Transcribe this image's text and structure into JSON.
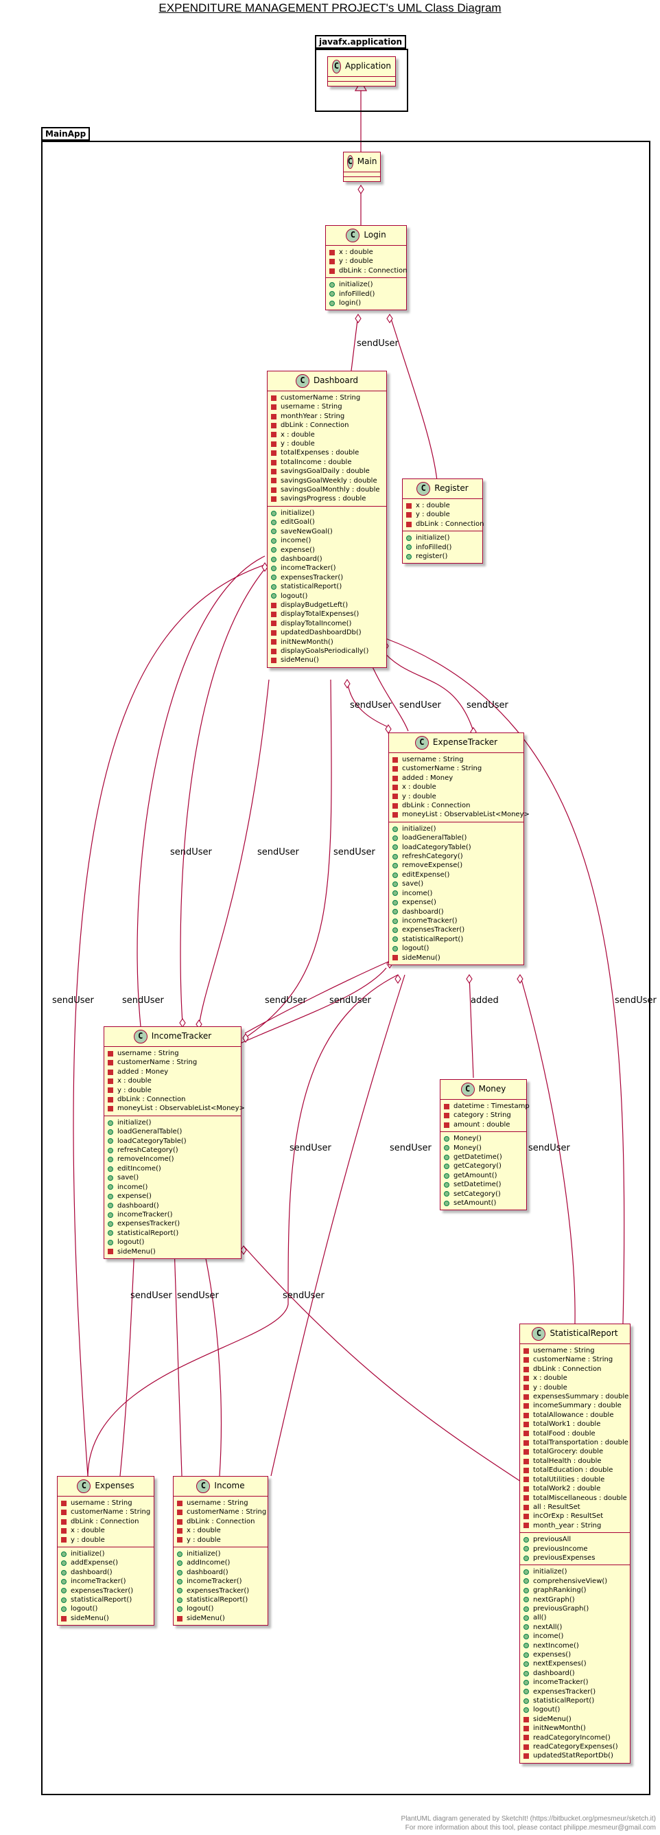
{
  "title": "EXPENDITURE MANAGEMENT PROJECT's UML Class Diagram",
  "packages": {
    "javafx": "javafx.application",
    "main": "MainApp"
  },
  "classes": {
    "Application": {
      "name": "Application",
      "fields": [],
      "methods": []
    },
    "Main": {
      "name": "Main",
      "fields": [],
      "methods": []
    },
    "Login": {
      "name": "Login",
      "fields": [
        [
          "-",
          "x : double"
        ],
        [
          "-",
          "y : double"
        ],
        [
          "-",
          "dbLink : Connection"
        ]
      ],
      "methods": [
        [
          "+",
          "initialize()"
        ],
        [
          "+",
          "infoFilled()"
        ],
        [
          "+",
          "login()"
        ]
      ]
    },
    "Register": {
      "name": "Register",
      "fields": [
        [
          "-",
          "x : double"
        ],
        [
          "-",
          "y : double"
        ],
        [
          "-",
          "dbLink : Connection"
        ]
      ],
      "methods": [
        [
          "+",
          "initialize()"
        ],
        [
          "+",
          "infoFilled()"
        ],
        [
          "+",
          "register()"
        ]
      ]
    },
    "Dashboard": {
      "name": "Dashboard",
      "fields": [
        [
          "-",
          "customerName : String"
        ],
        [
          "-",
          "username : String"
        ],
        [
          "-",
          "monthYear : String"
        ],
        [
          "-",
          "dbLink : Connection"
        ],
        [
          "-",
          "x : double"
        ],
        [
          "-",
          "y : double"
        ],
        [
          "-",
          "totalExpenses : double"
        ],
        [
          "-",
          "totalIncome : double"
        ],
        [
          "-",
          "savingsGoalDaily : double"
        ],
        [
          "-",
          "savingsGoalWeekly : double"
        ],
        [
          "-",
          "savingsGoalMonthly : double"
        ],
        [
          "-",
          "savingsProgress : double"
        ]
      ],
      "methods": [
        [
          "+",
          "initialize()"
        ],
        [
          "+",
          "editGoal()"
        ],
        [
          "+",
          "saveNewGoal()"
        ],
        [
          "+",
          "income()"
        ],
        [
          "+",
          "expense()"
        ],
        [
          "+",
          "dashboard()"
        ],
        [
          "+",
          "incomeTracker()"
        ],
        [
          "+",
          "expensesTracker()"
        ],
        [
          "+",
          "statisticalReport()"
        ],
        [
          "+",
          "logout()"
        ],
        [
          "-",
          "displayBudgetLeft()"
        ],
        [
          "-",
          "displayTotalExpenses()"
        ],
        [
          "-",
          "displayTotalIncome()"
        ],
        [
          "-",
          "updatedDashboardDb()"
        ],
        [
          "-",
          "initNewMonth()"
        ],
        [
          "-",
          "displayGoalsPeriodically()"
        ],
        [
          "-",
          "sideMenu()"
        ]
      ]
    },
    "ExpenseTracker": {
      "name": "ExpenseTracker",
      "fields": [
        [
          "-",
          "username : String"
        ],
        [
          "-",
          "customerName : String"
        ],
        [
          "-",
          "added : Money"
        ],
        [
          "-",
          "x : double"
        ],
        [
          "-",
          "y : double"
        ],
        [
          "-",
          "dbLink : Connection"
        ],
        [
          "-",
          "moneyList : ObservableList<Money>"
        ]
      ],
      "methods": [
        [
          "+",
          "initialize()"
        ],
        [
          "+",
          "loadGeneralTable()"
        ],
        [
          "+",
          "loadCategoryTable()"
        ],
        [
          "+",
          "refreshCategory()"
        ],
        [
          "+",
          "removeExpense()"
        ],
        [
          "+",
          "editExpense()"
        ],
        [
          "+",
          "save()"
        ],
        [
          "+",
          "income()"
        ],
        [
          "+",
          "expense()"
        ],
        [
          "+",
          "dashboard()"
        ],
        [
          "+",
          "incomeTracker()"
        ],
        [
          "+",
          "expensesTracker()"
        ],
        [
          "+",
          "statisticalReport()"
        ],
        [
          "+",
          "logout()"
        ],
        [
          "-",
          "sideMenu()"
        ]
      ]
    },
    "IncomeTracker": {
      "name": "IncomeTracker",
      "fields": [
        [
          "-",
          "username : String"
        ],
        [
          "-",
          "customerName : String"
        ],
        [
          "-",
          "added : Money"
        ],
        [
          "-",
          "x : double"
        ],
        [
          "-",
          "y : double"
        ],
        [
          "-",
          "dbLink : Connection"
        ],
        [
          "-",
          "moneyList : ObservableList<Money>"
        ]
      ],
      "methods": [
        [
          "+",
          "initialize()"
        ],
        [
          "+",
          "loadGeneralTable()"
        ],
        [
          "+",
          "loadCategoryTable()"
        ],
        [
          "+",
          "refreshCategory()"
        ],
        [
          "+",
          "removeIncome()"
        ],
        [
          "+",
          "editIncome()"
        ],
        [
          "+",
          "save()"
        ],
        [
          "+",
          "income()"
        ],
        [
          "+",
          "expense()"
        ],
        [
          "+",
          "dashboard()"
        ],
        [
          "+",
          "incomeTracker()"
        ],
        [
          "+",
          "expensesTracker()"
        ],
        [
          "+",
          "statisticalReport()"
        ],
        [
          "+",
          "logout()"
        ],
        [
          "-",
          "sideMenu()"
        ]
      ]
    },
    "Money": {
      "name": "Money",
      "fields": [
        [
          "-",
          "datetime : Timestamp"
        ],
        [
          "-",
          "category : String"
        ],
        [
          "-",
          "amount : double"
        ]
      ],
      "methods": [
        [
          "+",
          "Money()"
        ],
        [
          "+",
          "Money()"
        ],
        [
          "+",
          "getDatetime()"
        ],
        [
          "+",
          "getCategory()"
        ],
        [
          "+",
          "getAmount()"
        ],
        [
          "+",
          "setDatetime()"
        ],
        [
          "+",
          "setCategory()"
        ],
        [
          "+",
          "setAmount()"
        ]
      ]
    },
    "StatisticalReport": {
      "name": "StatisticalReport",
      "fields": [
        [
          "-",
          "username : String"
        ],
        [
          "-",
          "customerName : String"
        ],
        [
          "-",
          "dbLink : Connection"
        ],
        [
          "-",
          "x : double"
        ],
        [
          "-",
          "y : double"
        ],
        [
          "-",
          "expensesSummary : double"
        ],
        [
          "-",
          "incomeSummary : double"
        ],
        [
          "-",
          "totalAllowance : double"
        ],
        [
          "-",
          "totalWork1 : double"
        ],
        [
          "-",
          "totalFood : double"
        ],
        [
          "-",
          "totalTransportation : double"
        ],
        [
          "-",
          "totalGrocery: double"
        ],
        [
          "-",
          "totalHealth : double"
        ],
        [
          "-",
          "totalEducation : double"
        ],
        [
          "-",
          "totalUtilities : double"
        ],
        [
          "-",
          "totalWork2 : double"
        ],
        [
          "-",
          "totalMiscellaneous : double"
        ],
        [
          "-",
          "all : ResultSet"
        ],
        [
          "-",
          "incOrExp : ResultSet"
        ],
        [
          "-",
          "month_year : String"
        ]
      ],
      "fields2": [
        [
          "+",
          "previousAll"
        ],
        [
          "+",
          "previousIncome"
        ],
        [
          "+",
          "previousExpenses"
        ]
      ],
      "methods": [
        [
          "+",
          "initialize()"
        ],
        [
          "+",
          "comprehensiveView()"
        ],
        [
          "+",
          "graphRanking()"
        ],
        [
          "+",
          "nextGraph()"
        ],
        [
          "+",
          "previousGraph()"
        ],
        [
          "+",
          "all()"
        ],
        [
          "+",
          "nextAll()"
        ],
        [
          "+",
          "income()"
        ],
        [
          "+",
          "nextIncome()"
        ],
        [
          "+",
          "expenses()"
        ],
        [
          "+",
          "nextExpenses()"
        ],
        [
          "+",
          "dashboard()"
        ],
        [
          "+",
          "incomeTracker()"
        ],
        [
          "+",
          "expensesTracker()"
        ],
        [
          "+",
          "statisticalReport()"
        ],
        [
          "+",
          "logout()"
        ],
        [
          "-",
          "sideMenu()"
        ],
        [
          "-",
          "initNewMonth()"
        ],
        [
          "-",
          "readCategoryIncome()"
        ],
        [
          "-",
          "readCategoryExpenses()"
        ],
        [
          "-",
          "updatedStatReportDb()"
        ]
      ]
    },
    "Expenses": {
      "name": "Expenses",
      "fields": [
        [
          "-",
          "username : String"
        ],
        [
          "-",
          "customerName : String"
        ],
        [
          "-",
          "dbLink : Connection"
        ],
        [
          "-",
          "x : double"
        ],
        [
          "-",
          "y : double"
        ]
      ],
      "methods": [
        [
          "+",
          "initialize()"
        ],
        [
          "+",
          "addExpense()"
        ],
        [
          "+",
          "dashboard()"
        ],
        [
          "+",
          "incomeTracker()"
        ],
        [
          "+",
          "expensesTracker()"
        ],
        [
          "+",
          "statisticalReport()"
        ],
        [
          "+",
          "logout()"
        ],
        [
          "-",
          "sideMenu()"
        ]
      ]
    },
    "Income": {
      "name": "Income",
      "fields": [
        [
          "-",
          "username : String"
        ],
        [
          "-",
          "customerName : String"
        ],
        [
          "-",
          "dbLink : Connection"
        ],
        [
          "-",
          "x : double"
        ],
        [
          "-",
          "y : double"
        ]
      ],
      "methods": [
        [
          "+",
          "initialize()"
        ],
        [
          "+",
          "addIncome()"
        ],
        [
          "+",
          "dashboard()"
        ],
        [
          "+",
          "incomeTracker()"
        ],
        [
          "+",
          "expensesTracker()"
        ],
        [
          "+",
          "statisticalReport()"
        ],
        [
          "+",
          "logout()"
        ],
        [
          "-",
          "sideMenu()"
        ]
      ]
    }
  },
  "edge_labels": {
    "send_user": "sendUser",
    "added": "added"
  },
  "footer": {
    "line1": "PlantUML diagram generated by SketchIt! (https://bitbucket.org/pmesmeur/sketch.it)",
    "line2": "For more information about this tool, please contact philippe.mesmeur@gmail.com"
  },
  "colors": {
    "class_fill": "#FEFECE",
    "class_border": "#A80036",
    "edge": "#A80036",
    "class_icon": "#ADD1B2"
  }
}
